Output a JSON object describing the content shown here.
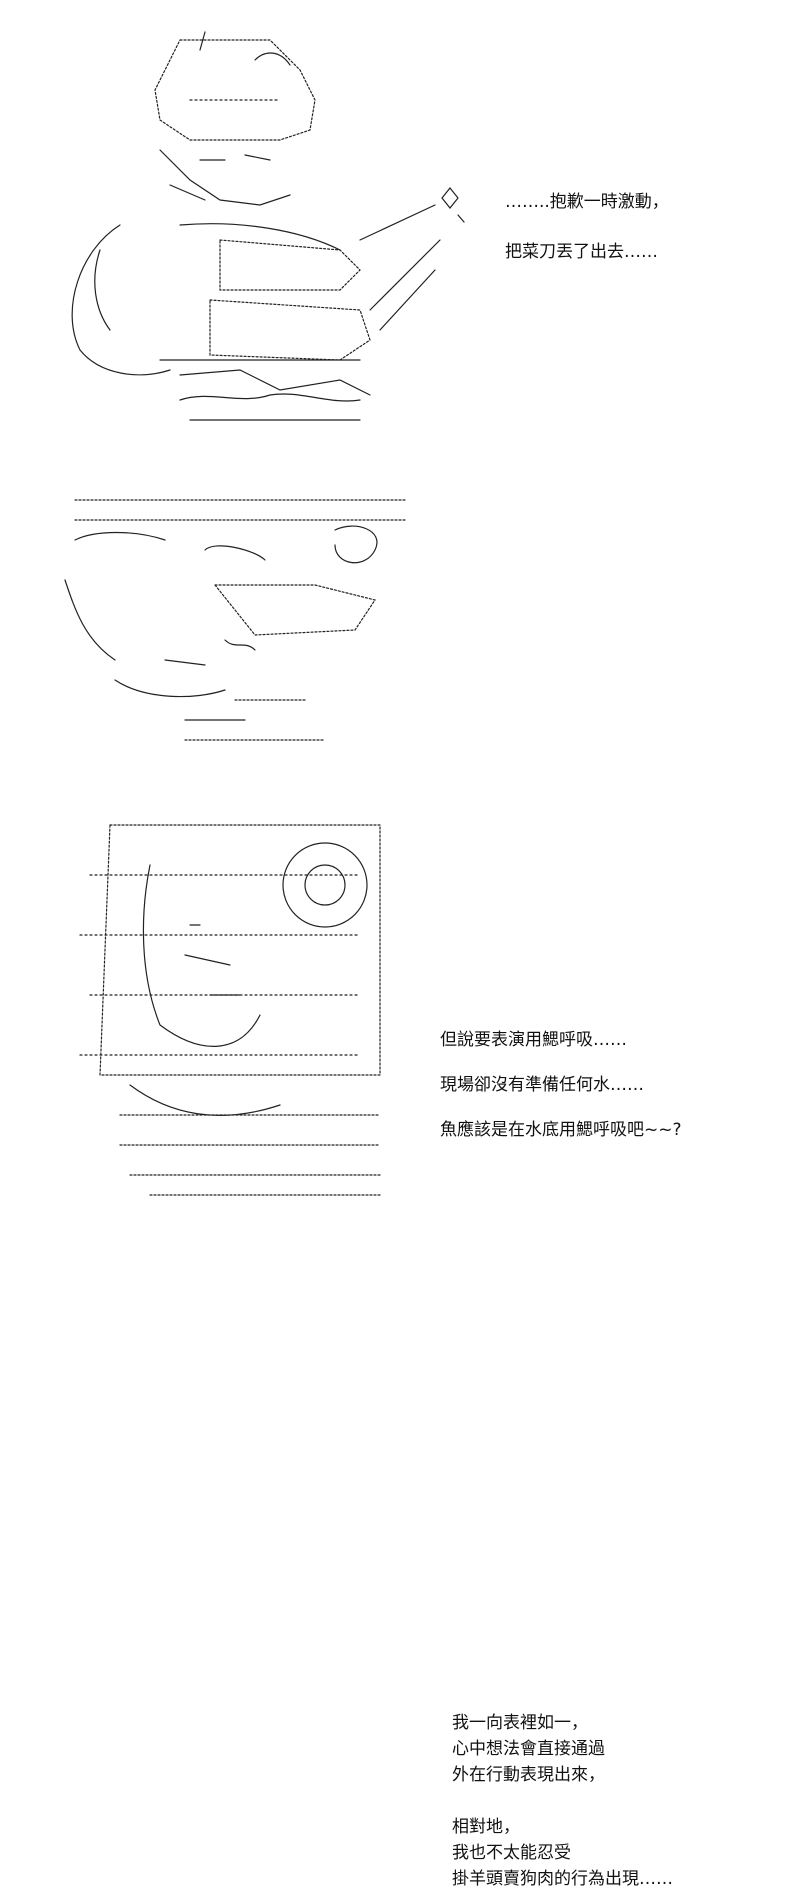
{
  "panels": [
    {
      "id": "panel1",
      "caption_lines": [
        "……..抱歉一時激動，",
        "把菜刀丟了出去……"
      ]
    },
    {
      "id": "panel2",
      "caption_lines": [
        "但說要表演用鰓呼吸……",
        "現場卻沒有準備任何水……",
        "魚應該是在水底用鰓呼吸吧~~?"
      ]
    },
    {
      "id": "panel3",
      "caption_lines": [
        "我一向表裡如一，",
        "心中想法會直接通過",
        "外在行動表現出來，",
        "相對地，",
        "我也不太能忍受",
        "掛羊頭賣狗肉的行為出現……"
      ]
    }
  ],
  "colors": {
    "background": "#ffffff",
    "ink": "#111111"
  }
}
